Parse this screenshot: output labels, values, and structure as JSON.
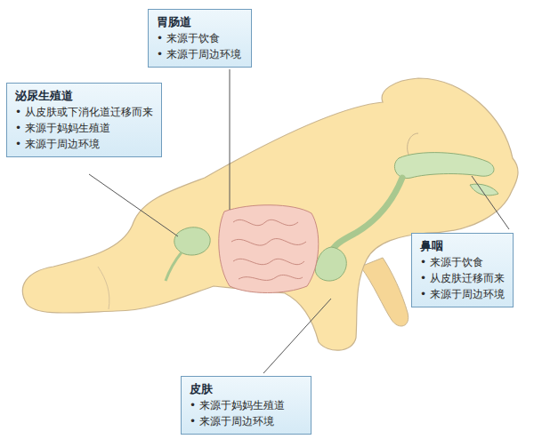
{
  "diagram": {
    "nodes": [
      {
        "text": [
          "胃肠道",
          "• 来源于饮食",
          "• 来源于周边环境"
        ]
      },
      {
        "text": [
          "泌尿生殖道",
          "• 从皮肤或下消化道迁移而来",
          "• 来源于妈妈生殖道",
          "• 来源于周边环境"
        ]
      },
      {
        "text": [
          "鼻咽",
          "• 来源于饮食",
          "• 从皮肤迁移而来",
          "• 来源于周边环境"
        ]
      },
      {
        "text": [
          "皮肤",
          "• 来源于妈妈生殖道",
          "• 来源于周边环境"
        ]
      }
    ]
  }
}
